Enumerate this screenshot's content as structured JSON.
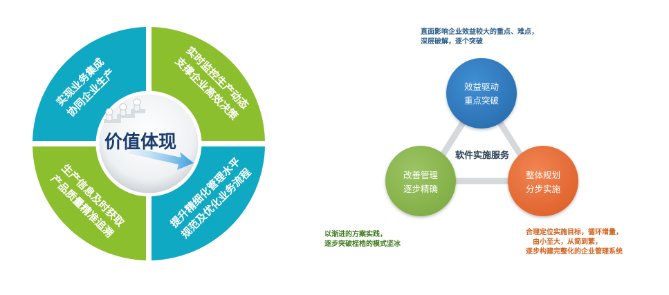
{
  "left_wheel": {
    "center_label": "价值体现",
    "quadrants": {
      "top_left": [
        "实现业务集成",
        "协同企业生产"
      ],
      "top_right": [
        "实时监控生产动态",
        "支撑企业高效决策"
      ],
      "bottom_left": [
        "生产信息及时获取",
        "产品质量精准追溯"
      ],
      "bottom_right": [
        "提升精细化管理水平",
        "规范及优化业务流程"
      ]
    }
  },
  "right_triangle": {
    "center_label": "软件实施服务",
    "circles": {
      "top": [
        "效益驱动",
        "重点突破"
      ],
      "left": [
        "改善管理",
        "逐步精确"
      ],
      "right": [
        "整体规划",
        "分步实施"
      ]
    },
    "notes": {
      "top": [
        "直面影响企业效益较大的重点、难点，",
        "深层破解，逐个突破"
      ],
      "left": [
        "以渐进的方案实践，",
        "逐步突破桎梏的模式坚冰"
      ],
      "right": [
        "合理定位实施目标，循环增量，",
        "由小至大，从简到繁，",
        "逐步构建完整化的企业管理系统"
      ]
    }
  },
  "colors": {
    "teal": "#0fa9c4",
    "green": "#8cbf2e",
    "blue_circle": "#2f7abf",
    "green_circle": "#8ab54e",
    "orange_circle": "#e8703a",
    "arrow": "#3b9ee0",
    "note_top": "#2a5c8a",
    "note_left": "#3e7a1e",
    "note_right": "#d0601a"
  }
}
